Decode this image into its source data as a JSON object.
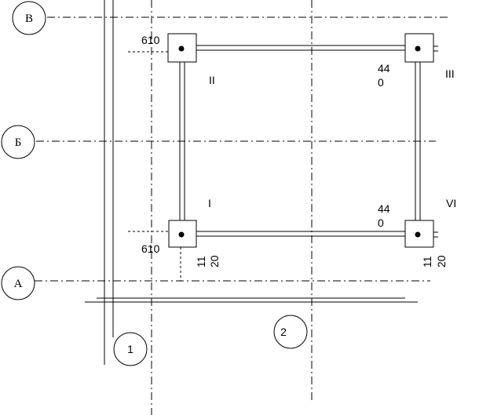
{
  "axes": {
    "rows": [
      {
        "label": "В"
      },
      {
        "label": "Б"
      },
      {
        "label": "А"
      }
    ],
    "columns": [
      {
        "label": "1"
      },
      {
        "label": "2"
      }
    ]
  },
  "posts": {
    "roman": [
      "II",
      "III",
      "I",
      "VI"
    ]
  },
  "dimensions": {
    "tl_offset": "610",
    "bl_offset": "610",
    "tr_top": "44",
    "tr_bottom": "0",
    "br_top": "44",
    "br_bottom": "0",
    "bl_vertical_a": "11",
    "bl_vertical_b": "20",
    "br_vertical_a": "11",
    "br_vertical_b": "20"
  }
}
